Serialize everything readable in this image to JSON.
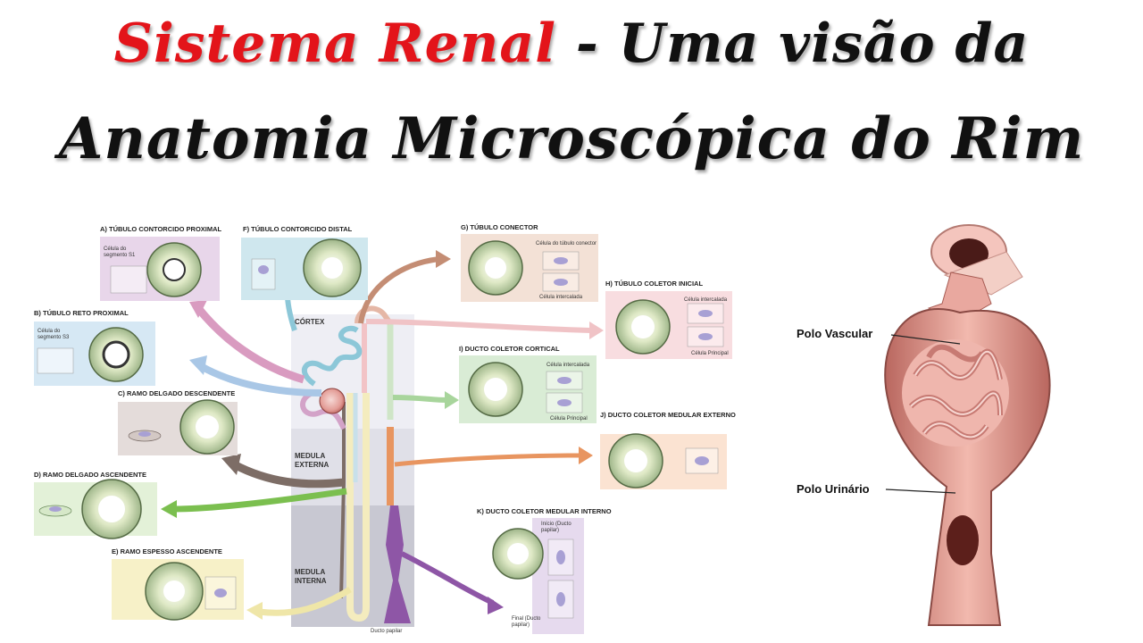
{
  "title": {
    "part1": "Sistema Renal",
    "part2": " - Uma visão da",
    "line2": "Anatomia Microscópica do Rim"
  },
  "zones": {
    "cortex": "CÓRTEX",
    "medula_externa": "MEDULA EXTERNA",
    "medula_interna": "MEDULA INTERNA",
    "ducto_papilar": "Ducto papilar"
  },
  "segments": [
    {
      "label": "A) TÚBULO CONTORCIDO PROXIMAL",
      "color": "#e8d6ea",
      "cell_label": "Célula do segmento S1"
    },
    {
      "label": "B) TÚBULO RETO PROXIMAL",
      "color": "#d6e8f4",
      "cell_label": "Célula do segmento S3"
    },
    {
      "label": "C) RAMO DELGADO DESCENDENTE",
      "color": "#e4dcda"
    },
    {
      "label": "D) RAMO DELGADO ASCENDENTE",
      "color": "#e3f1d8"
    },
    {
      "label": "E) RAMO ESPESSO ASCENDENTE",
      "color": "#f7f1c8"
    },
    {
      "label": "F) TÚBULO CONTORCIDO DISTAL",
      "color": "#cfe7ee"
    },
    {
      "label": "G) TÚBULO CONECTOR",
      "color": "#f3e1d6",
      "cell_label": "Célula do túbulo conector",
      "cell_label2": "Célula intercalada"
    },
    {
      "label": "H) TÚBULO COLETOR INICIAL",
      "color": "#f8dde0",
      "cell_label": "Célula intercalada",
      "cell_label2": "Célula Principal"
    },
    {
      "label": "I) DUCTO COLETOR CORTICAL",
      "color": "#d9ecd5",
      "cell_label": "Célula intercalada",
      "cell_label2": "Célula Principal"
    },
    {
      "label": "J) DUCTO COLETOR MEDULAR EXTERNO",
      "color": "#fbe3d2"
    },
    {
      "label": "K) DUCTO COLETOR MEDULAR INTERNO",
      "color": "#e6daee",
      "cell_label": "Início (Ducto papilar)",
      "cell_label2": "Final (Ducto papilar)"
    }
  ],
  "poles": {
    "vascular": "Polo Vascular",
    "urinario": "Polo Urinário"
  }
}
